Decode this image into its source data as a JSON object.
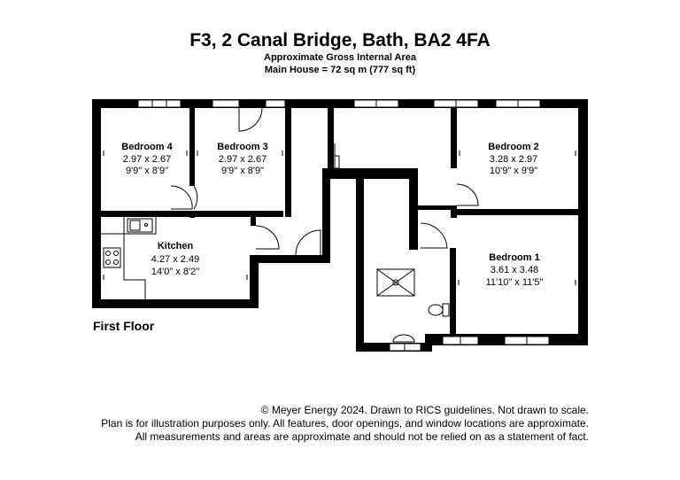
{
  "header": {
    "title": "F3, 2 Canal Bridge, Bath, BA2 4FA",
    "area_label": "Approximate Gross Internal Area",
    "area_value": "Main House = 72 sq m (777 sq ft)"
  },
  "floor_label": "First Floor",
  "rooms": {
    "bedroom4": {
      "name": "Bedroom 4",
      "metric": "2.97 x 2.67",
      "imperial": "9'9\" x 8'9\""
    },
    "bedroom3": {
      "name": "Bedroom 3",
      "metric": "2.97 x 2.67",
      "imperial": "9'9\" x 8'9\""
    },
    "bedroom2": {
      "name": "Bedroom 2",
      "metric": "3.28 x 2.97",
      "imperial": "10'9\" x 9'9\""
    },
    "kitchen": {
      "name": "Kitchen",
      "metric": "4.27 x 2.49",
      "imperial": "14'0\" x 8'2\""
    },
    "bedroom1": {
      "name": "Bedroom 1",
      "metric": "3.61 x 3.48",
      "imperial": "11'10\" x 11'5\""
    }
  },
  "footer": {
    "line1": "© Meyer Energy 2024. Drawn to RICS guidelines.  Not drawn to scale.",
    "line2": "Plan is for illustration purposes only. All features, door openings, and window locations are approximate.",
    "line3": "All measurements and areas are approximate and should not be relied on as a statement of fact."
  },
  "colors": {
    "wall": "#000000",
    "background": "#ffffff"
  }
}
